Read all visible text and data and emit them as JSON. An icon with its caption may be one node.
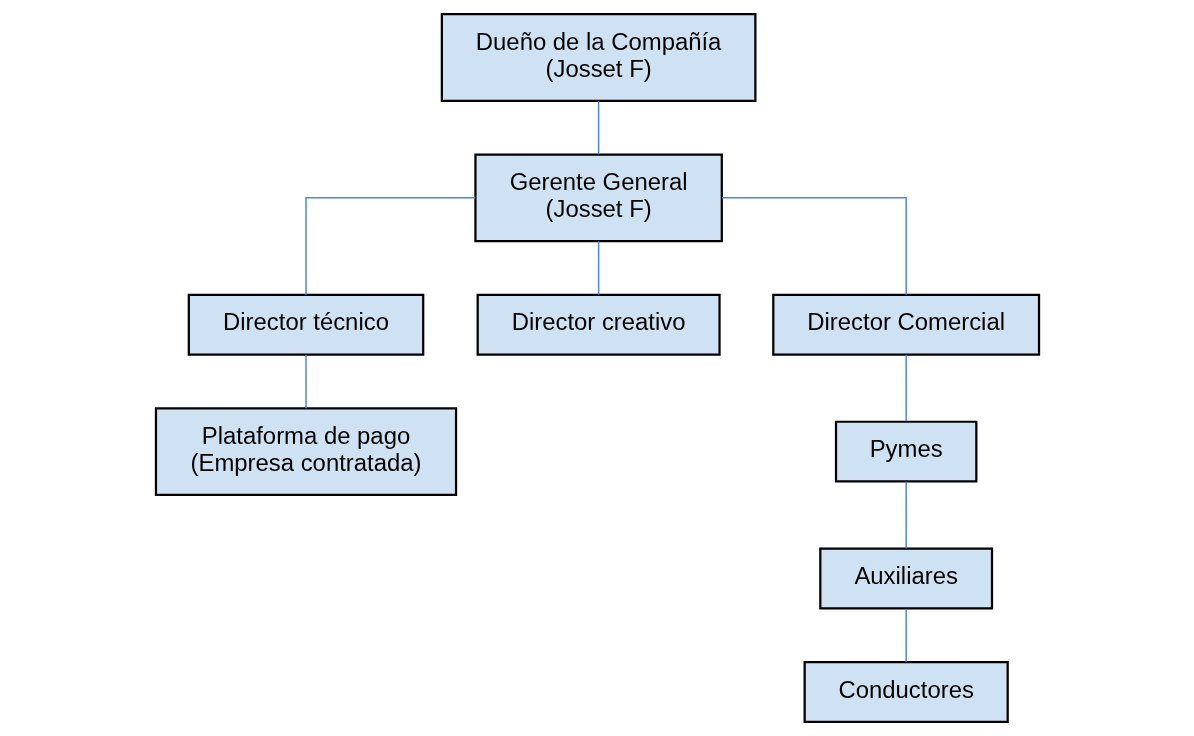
{
  "diagram": {
    "nodes": [
      {
        "text": [
          "Dueño de la Compañía (Josset F)"
        ]
      },
      {
        "text": [
          "Gerente General (Josset F)"
        ]
      },
      {
        "text": [
          "Director técnico"
        ]
      },
      {
        "text": [
          "Director creativo"
        ]
      },
      {
        "text": [
          "Director Comercial"
        ]
      },
      {
        "text": [
          "Plataforma de pago (Empresa contratada)"
        ]
      },
      {
        "text": [
          "Pymes"
        ]
      },
      {
        "text": [
          "Auxiliares"
        ]
      },
      {
        "text": [
          "Conductores"
        ]
      }
    ],
    "edges": [
      {
        "from": 0,
        "to": 1,
        "arrow": "none"
      },
      {
        "from": 1,
        "to": 2,
        "arrow": "none"
      },
      {
        "from": 1,
        "to": 3,
        "arrow": "none"
      },
      {
        "from": 1,
        "to": 4,
        "arrow": "none"
      },
      {
        "from": 2,
        "to": 5,
        "arrow": "none"
      },
      {
        "from": 4,
        "to": 6,
        "arrow": "none"
      },
      {
        "from": 6,
        "to": 7,
        "arrow": "none"
      },
      {
        "from": 7,
        "to": 8,
        "arrow": "none"
      }
    ]
  }
}
